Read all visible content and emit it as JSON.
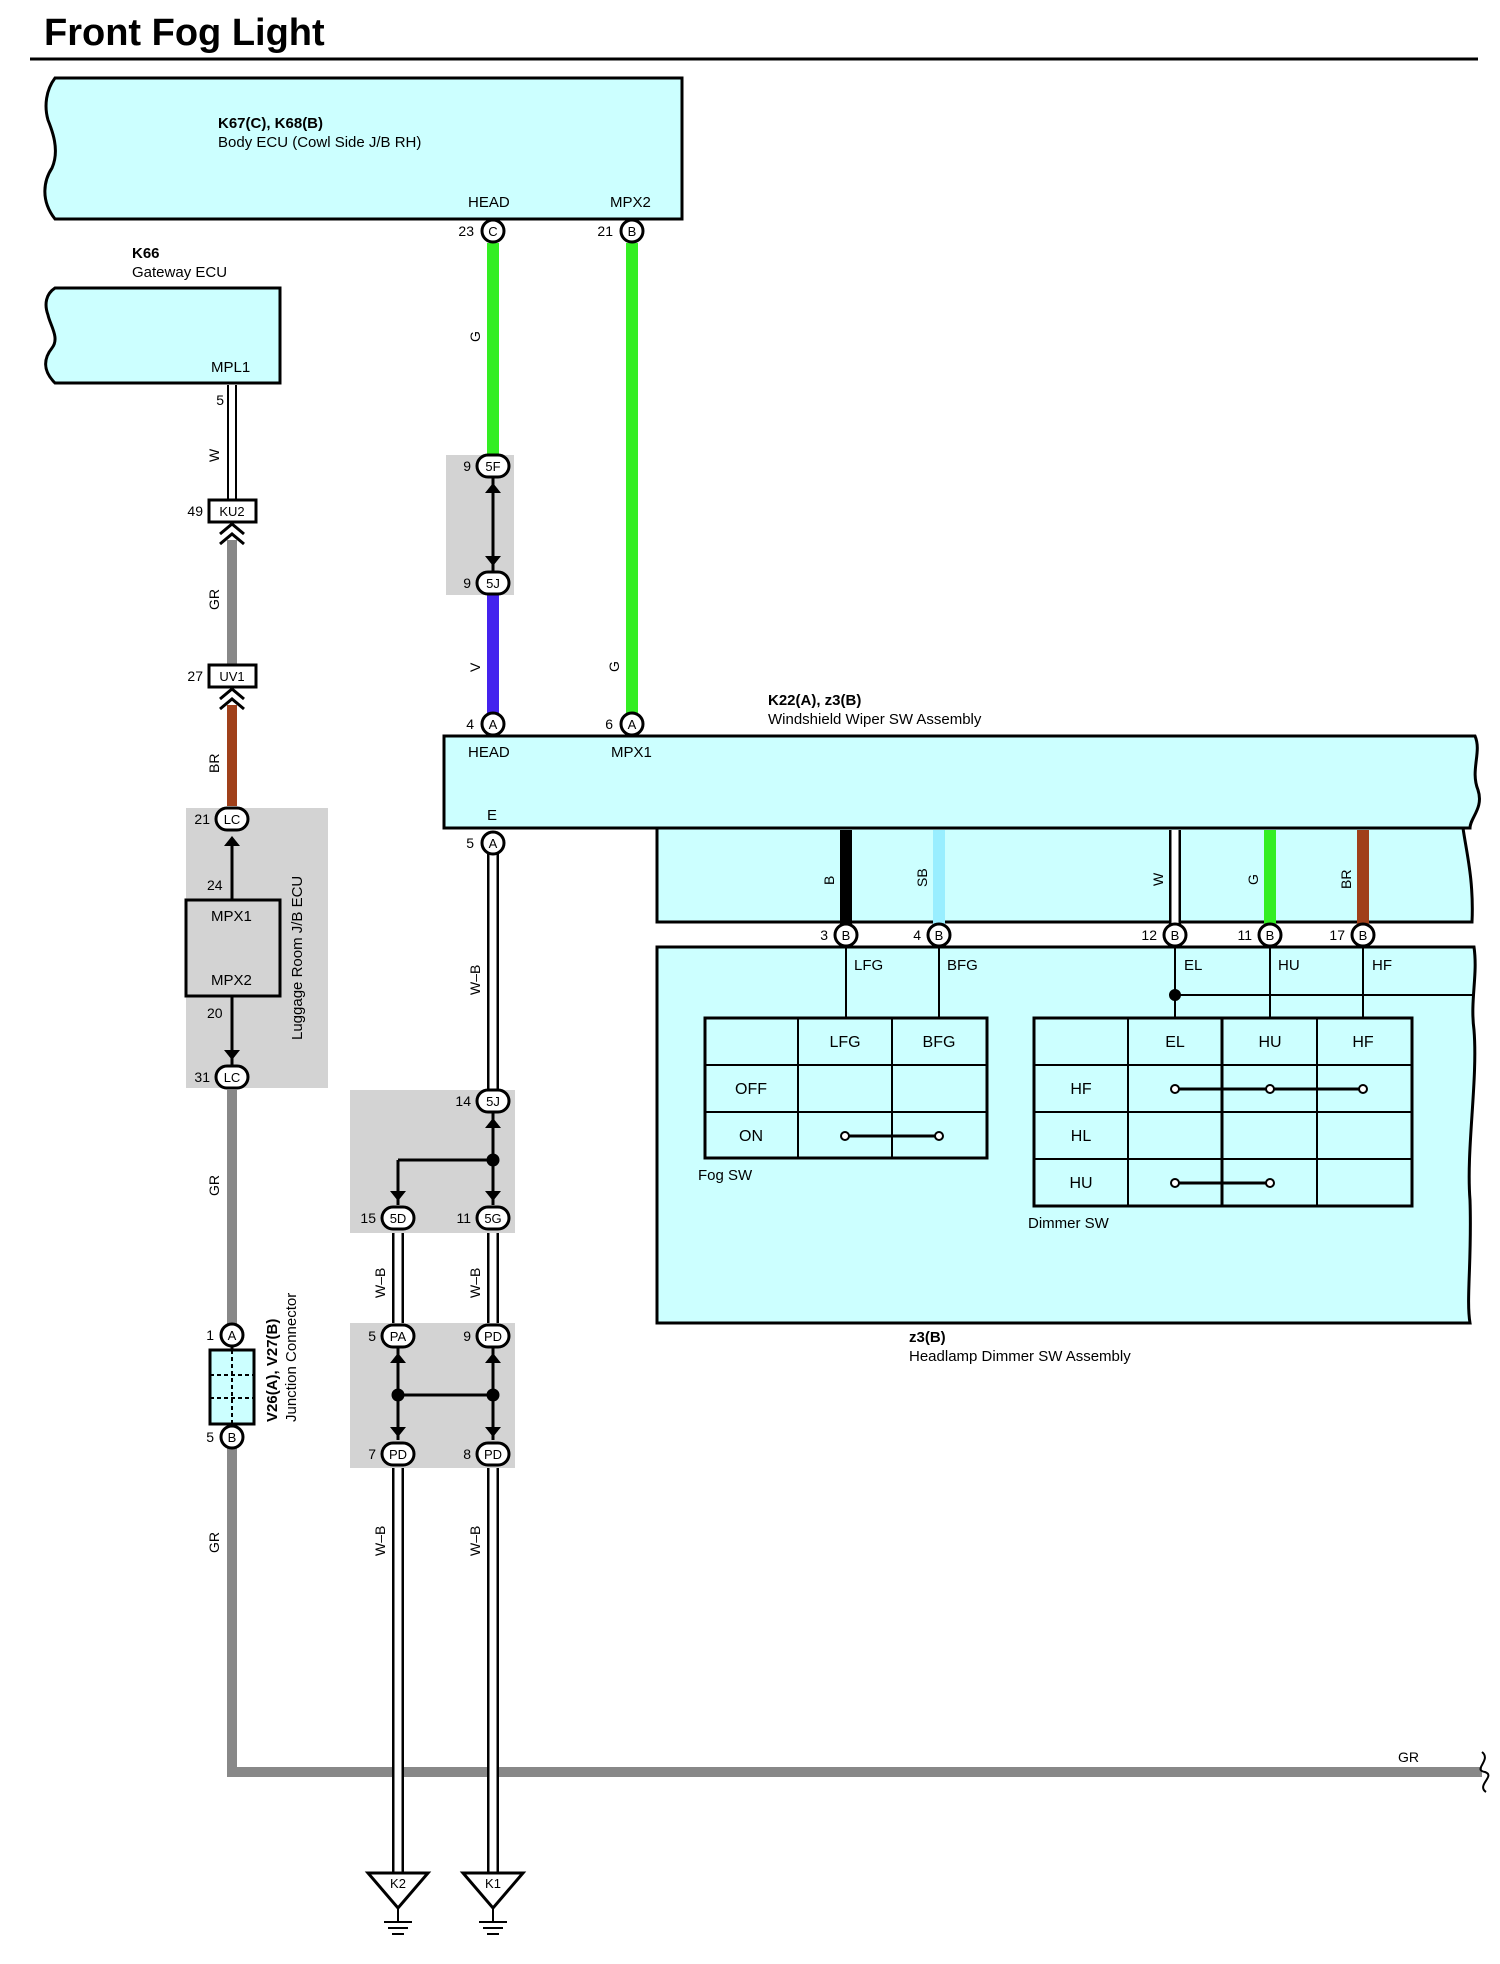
{
  "title": "Front Fog Light",
  "colors": {
    "component_fill": "#ccffff",
    "splice_fill": "#d3d3d3",
    "wire_G": "#33ee22",
    "wire_V": "#4422ee",
    "wire_GR": "#888888",
    "wire_BR": "#a0401a",
    "wire_SB": "#99eeff",
    "wire_B": "#000000",
    "wire_W": "#ffffff"
  },
  "components": {
    "body_ecu": {
      "code": "K67(C), K68(B)",
      "name": "Body ECU (Cowl Side J/B RH)",
      "pin_head": "HEAD",
      "pin_mpx2": "MPX2"
    },
    "gateway_ecu": {
      "code": "K66",
      "name": "Gateway ECU",
      "pin_mpl1": "MPL1"
    },
    "wiper_sw": {
      "code": "K22(A), z3(B)",
      "name": "Windshield Wiper SW Assembly",
      "pin_head": "HEAD",
      "pin_mpx1": "MPX1",
      "pin_e": "E"
    },
    "headlamp_sw": {
      "code": "z3(B)",
      "name": "Headlamp Dimmer SW Assembly"
    },
    "luggage_jb": {
      "name": "Luggage Room J/B ECU",
      "mpx1": "MPX1",
      "mpx2": "MPX2",
      "pin_in": "24",
      "pin_out": "20"
    },
    "junction": {
      "code": "V26(A), V27(B)",
      "name": "Junction Connector"
    }
  },
  "connectors": {
    "c23": {
      "num": "23",
      "id": "C"
    },
    "c21b": {
      "num": "21",
      "id": "B"
    },
    "c5": {
      "num": "5"
    },
    "ku2": {
      "num": "49",
      "id": "KU2"
    },
    "uv1": {
      "num": "27",
      "id": "UV1"
    },
    "lc_top": {
      "num": "21",
      "id": "LC"
    },
    "lc_bot": {
      "num": "31",
      "id": "LC"
    },
    "f5f": {
      "num": "9",
      "id": "5F"
    },
    "j5j": {
      "num": "9",
      "id": "5J"
    },
    "a4": {
      "num": "4",
      "id": "A"
    },
    "a6": {
      "num": "6",
      "id": "A"
    },
    "a5": {
      "num": "5",
      "id": "A"
    },
    "j14": {
      "num": "14",
      "id": "5J"
    },
    "d15": {
      "num": "15",
      "id": "5D"
    },
    "g11": {
      "num": "11",
      "id": "5G"
    },
    "pa5": {
      "num": "5",
      "id": "PA"
    },
    "pd9": {
      "num": "9",
      "id": "PD"
    },
    "pd7": {
      "num": "7",
      "id": "PD"
    },
    "pd8": {
      "num": "8",
      "id": "PD"
    },
    "ja1": {
      "num": "1",
      "id": "A"
    },
    "jb5": {
      "num": "5",
      "id": "B"
    },
    "b3": {
      "num": "3",
      "id": "B"
    },
    "b4": {
      "num": "4",
      "id": "B"
    },
    "b12": {
      "num": "12",
      "id": "B"
    },
    "b11": {
      "num": "11",
      "id": "B"
    },
    "b17": {
      "num": "17",
      "id": "B"
    }
  },
  "wires": {
    "g1": "G",
    "g2": "G",
    "v": "V",
    "w1": "W",
    "gr1": "GR",
    "br": "BR",
    "gr2": "GR",
    "gr3": "GR",
    "gr4": "GR",
    "wb1": "W–B",
    "wb2": "W–B",
    "wb3": "W–B",
    "wb4": "W–B",
    "wb5": "W–B",
    "b": "B",
    "sb": "SB",
    "w2": "W",
    "g3": "G",
    "br2": "BR"
  },
  "signals": {
    "lfg": "LFG",
    "bfg": "BFG",
    "el": "EL",
    "hu": "HU",
    "hf": "HF"
  },
  "fog_table": {
    "label": "Fog SW",
    "headers": [
      "LFG",
      "BFG"
    ],
    "rows": [
      "OFF",
      "ON"
    ]
  },
  "dimmer_table": {
    "label": "Dimmer SW",
    "headers": [
      "EL",
      "HU",
      "HF"
    ],
    "rows": [
      "HF",
      "HL",
      "HU"
    ]
  },
  "grounds": {
    "k2": "K2",
    "k1": "K1"
  }
}
